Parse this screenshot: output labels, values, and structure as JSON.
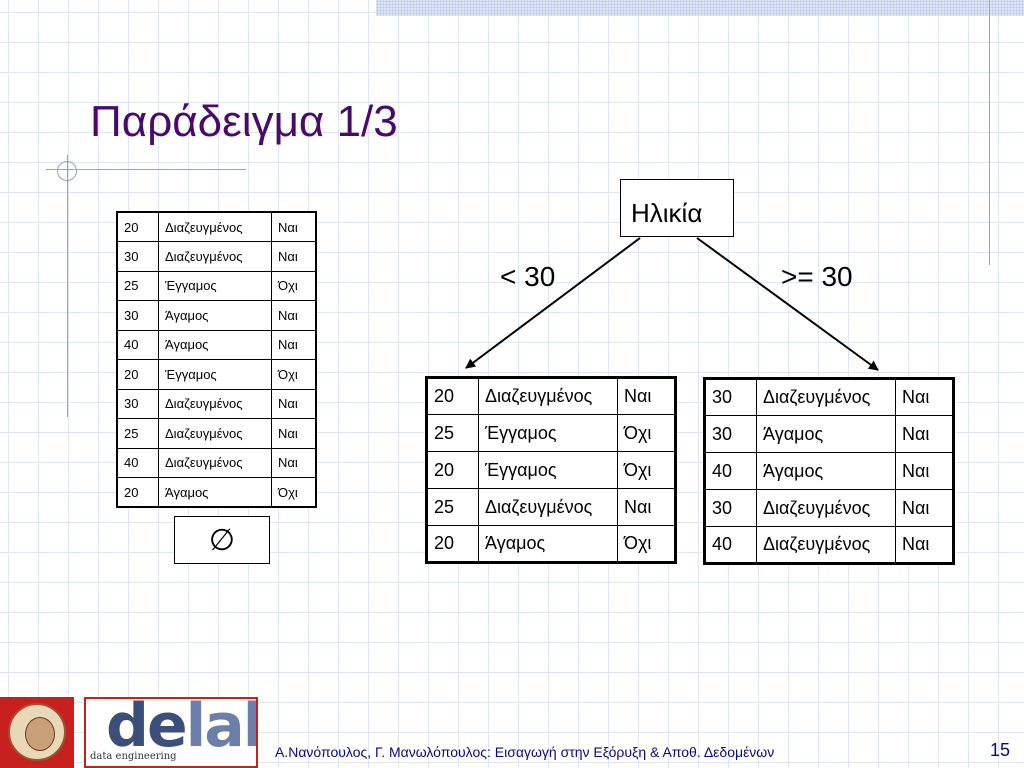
{
  "slide": {
    "title": "Παράδειγμα 1/3",
    "page_number": "15",
    "footer": "Α.Νανόπουλος, Γ. Μανωλόπουλος: Εισαγωγή στην Εξόρυξη & Αποθ. Δεδομένων"
  },
  "colors": {
    "title": "#4a0a6a",
    "accent_lines": "#8ea3d3",
    "footer_text": "#0a0a7a",
    "logo_red": "#c8201f"
  },
  "full_table": {
    "rows": [
      [
        "20",
        "Διαζευγμένος",
        "Ναι"
      ],
      [
        "30",
        "Διαζευγμένος",
        "Ναι"
      ],
      [
        "25",
        "Έγγαμος",
        "Όχι"
      ],
      [
        "30",
        "Άγαμος",
        "Ναι"
      ],
      [
        "40",
        "Άγαμος",
        "Ναι"
      ],
      [
        "20",
        "Έγγαμος",
        "Όχι"
      ],
      [
        "30",
        "Διαζευγμένος",
        "Ναι"
      ],
      [
        "25",
        "Διαζευγμένος",
        "Ναι"
      ],
      [
        "40",
        "Διαζευγμένος",
        "Ναι"
      ],
      [
        "20",
        "Άγαμος",
        "Όχι"
      ]
    ]
  },
  "empty_set_symbol": "∅",
  "tree": {
    "root_label": "Ηλικία",
    "left_branch_label": "< 30",
    "right_branch_label": ">= 30",
    "left_table": [
      [
        "20",
        "Διαζευγμένος",
        "Ναι"
      ],
      [
        "25",
        "Έγγαμος",
        "Όχι"
      ],
      [
        "20",
        "Έγγαμος",
        "Όχι"
      ],
      [
        "25",
        "Διαζευγμένος",
        "Ναι"
      ],
      [
        "20",
        "Άγαμος",
        "Όχι"
      ]
    ],
    "right_table": [
      [
        "30",
        "Διαζευγμένος",
        "Ναι"
      ],
      [
        "30",
        "Άγαμος",
        "Ναι"
      ],
      [
        "40",
        "Άγαμος",
        "Ναι"
      ],
      [
        "30",
        "Διαζευγμένος",
        "Ναι"
      ],
      [
        "40",
        "Διαζευγμένος",
        "Ναι"
      ]
    ]
  },
  "logos": {
    "university_seal": "university-seal-icon",
    "delab_word": "delab",
    "delab_sub": "data engineering"
  }
}
